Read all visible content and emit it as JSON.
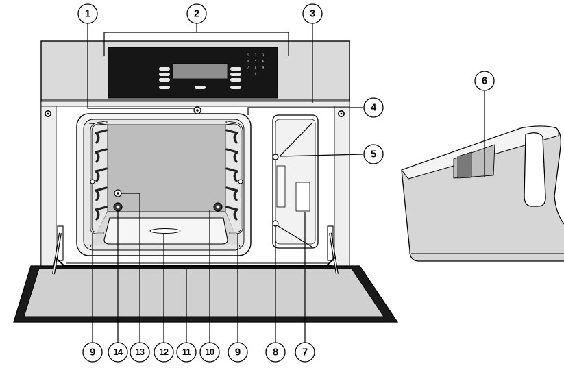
{
  "callouts": [
    {
      "id": "c1",
      "label": "1"
    },
    {
      "id": "c2",
      "label": "2"
    },
    {
      "id": "c3",
      "label": "3"
    },
    {
      "id": "c4",
      "label": "4"
    },
    {
      "id": "c5",
      "label": "5"
    },
    {
      "id": "c6",
      "label": "6"
    },
    {
      "id": "c7",
      "label": "7"
    },
    {
      "id": "c8",
      "label": "8"
    },
    {
      "id": "c9a",
      "label": "9"
    },
    {
      "id": "c9b",
      "label": "9"
    },
    {
      "id": "c10",
      "label": "10"
    },
    {
      "id": "c11",
      "label": "11"
    },
    {
      "id": "c12",
      "label": "12"
    },
    {
      "id": "c13",
      "label": "13"
    },
    {
      "id": "c14",
      "label": "14"
    }
  ],
  "keypad_digits": [
    "1",
    "2",
    "3",
    "4",
    "5",
    "6",
    "7",
    "8",
    "9",
    "0"
  ],
  "colors": {
    "panel_gray": "#d9d9d9",
    "cavity_gray": "#bdbdbd",
    "control_black": "#161616",
    "display_gray": "#8c8c8c",
    "door_dark": "#1a1a1a",
    "door_gray": "#cfcfcf",
    "tank_gray": "#d4d4d4"
  }
}
